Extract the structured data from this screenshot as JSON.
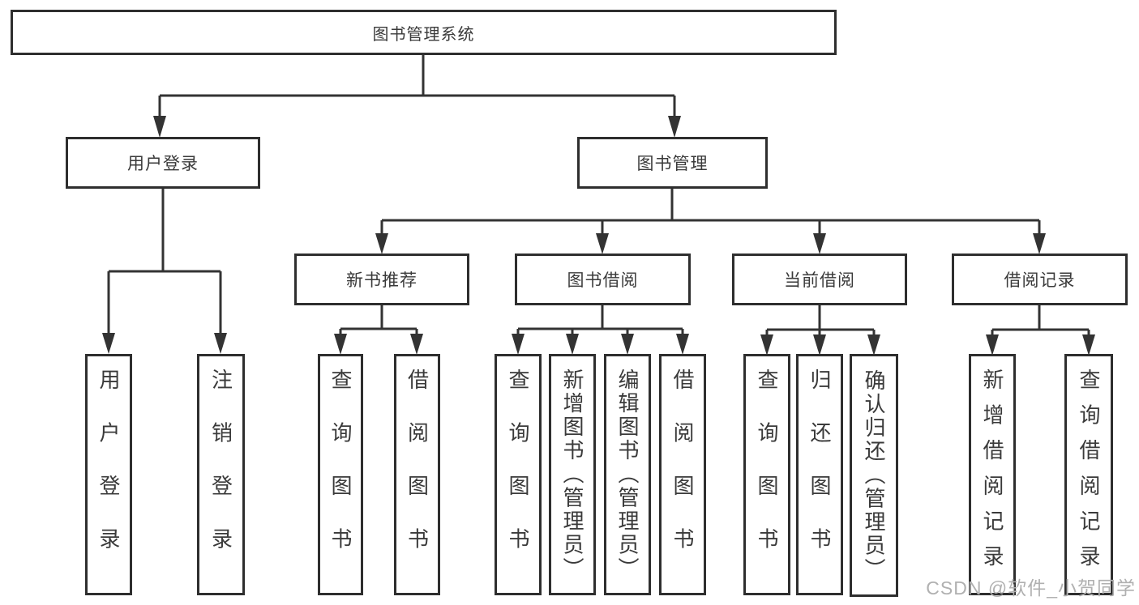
{
  "diagram": {
    "root": {
      "label": "图书管理系统"
    },
    "branches": [
      {
        "label": "用户登录",
        "children": [
          {
            "label": "用户登录"
          },
          {
            "label": "注销登录"
          }
        ]
      },
      {
        "label": "图书管理",
        "children": [
          {
            "label": "新书推荐",
            "children": [
              {
                "label": "查询图书"
              },
              {
                "label": "借阅图书"
              }
            ]
          },
          {
            "label": "图书借阅",
            "children": [
              {
                "label": "查询图书"
              },
              {
                "label": "新增图书（管理员）"
              },
              {
                "label": "编辑图书（管理员）"
              },
              {
                "label": "借阅图书"
              }
            ]
          },
          {
            "label": "当前借阅",
            "children": [
              {
                "label": "查询图书"
              },
              {
                "label": "归还图书"
              },
              {
                "label": "确认归还（管理员）"
              }
            ]
          },
          {
            "label": "借阅记录",
            "children": [
              {
                "label": "新增借阅记录"
              },
              {
                "label": "查询借阅记录"
              }
            ]
          }
        ]
      }
    ]
  },
  "watermark": {
    "text": "CSDN @软件_小贺同学"
  },
  "colors": {
    "line": "#333333",
    "box_border": "#2e2e2e",
    "text": "#3a3a3a",
    "watermark": "#b0b0b0",
    "background": "#ffffff"
  }
}
